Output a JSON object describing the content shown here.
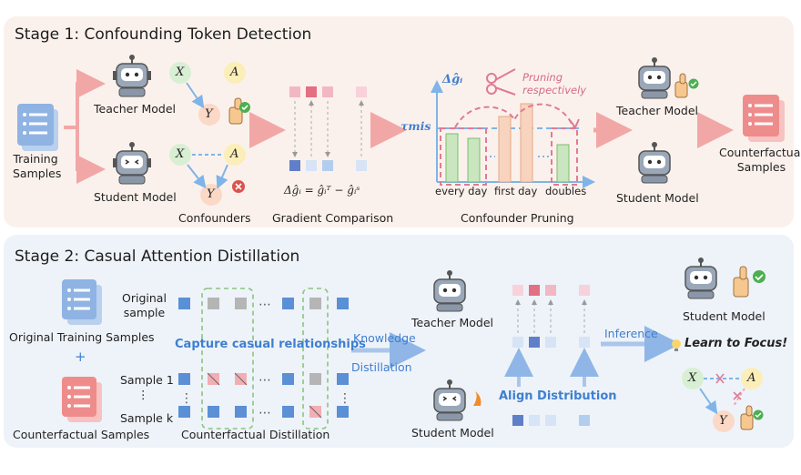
{
  "stage1": {
    "title": "Stage 1: Confounding Token Detection",
    "training_samples": [
      "Training",
      "Samples"
    ],
    "teacher_model": "Teacher Model",
    "student_model": "Student Model",
    "confounders": "Confounders",
    "gradient_comparison": "Gradient Comparison",
    "gradient_formula": "Δĝᵢ = ĝᵢᵀ − ĝᵢˢ",
    "pruning_label": [
      "Pruning",
      "respectively"
    ],
    "delta_g_axis": "Δĝᵢ",
    "tau_label": "τmis",
    "categories": [
      "every day",
      "first day",
      "doubles"
    ],
    "confounder_pruning": "Confounder Pruning",
    "teacher_model_right": "Teacher Model",
    "student_model_right": "Student Model",
    "counterfactual_samples": [
      "Counterfactual",
      "Samples"
    ],
    "nodes": {
      "x": "X",
      "a": "A",
      "y": "Y"
    }
  },
  "stage2": {
    "title": "Stage 2: Casual Attention Distillation",
    "original_training_samples": "Original Training Samples",
    "plus": "+",
    "counterfactual_samples": "Counterfactual Samples",
    "original_sample": [
      "Original",
      "sample"
    ],
    "sample_1": "Sample 1",
    "sample_k": "Sample k",
    "vdots": "⋮",
    "capture": "Capture casual relationships",
    "counterfactual_distillation": "Counterfactual Distillation",
    "knowledge_distillation": [
      "Knowledge",
      "Distillation"
    ],
    "teacher_model": "Teacher Model",
    "student_model": "Student Model",
    "align_distribution": "Align Distribution",
    "inference": "Inference",
    "student_model_right": "Student Model",
    "learn_to_focus": "Learn to Focus!",
    "nodes": {
      "x": "X",
      "a": "A",
      "y": "Y"
    }
  },
  "colors": {
    "panel1_bg": "#fbf1ec",
    "panel2_bg": "#eef3f9",
    "pink_arrow": "#f2a7a7",
    "blue_arrow": "#a9c6ea",
    "bar_green": "#c9e6c0",
    "bar_orange": "#f8d4bf",
    "accent_blue": "#3f7fd0",
    "accent_pink": "#d46b8a"
  }
}
